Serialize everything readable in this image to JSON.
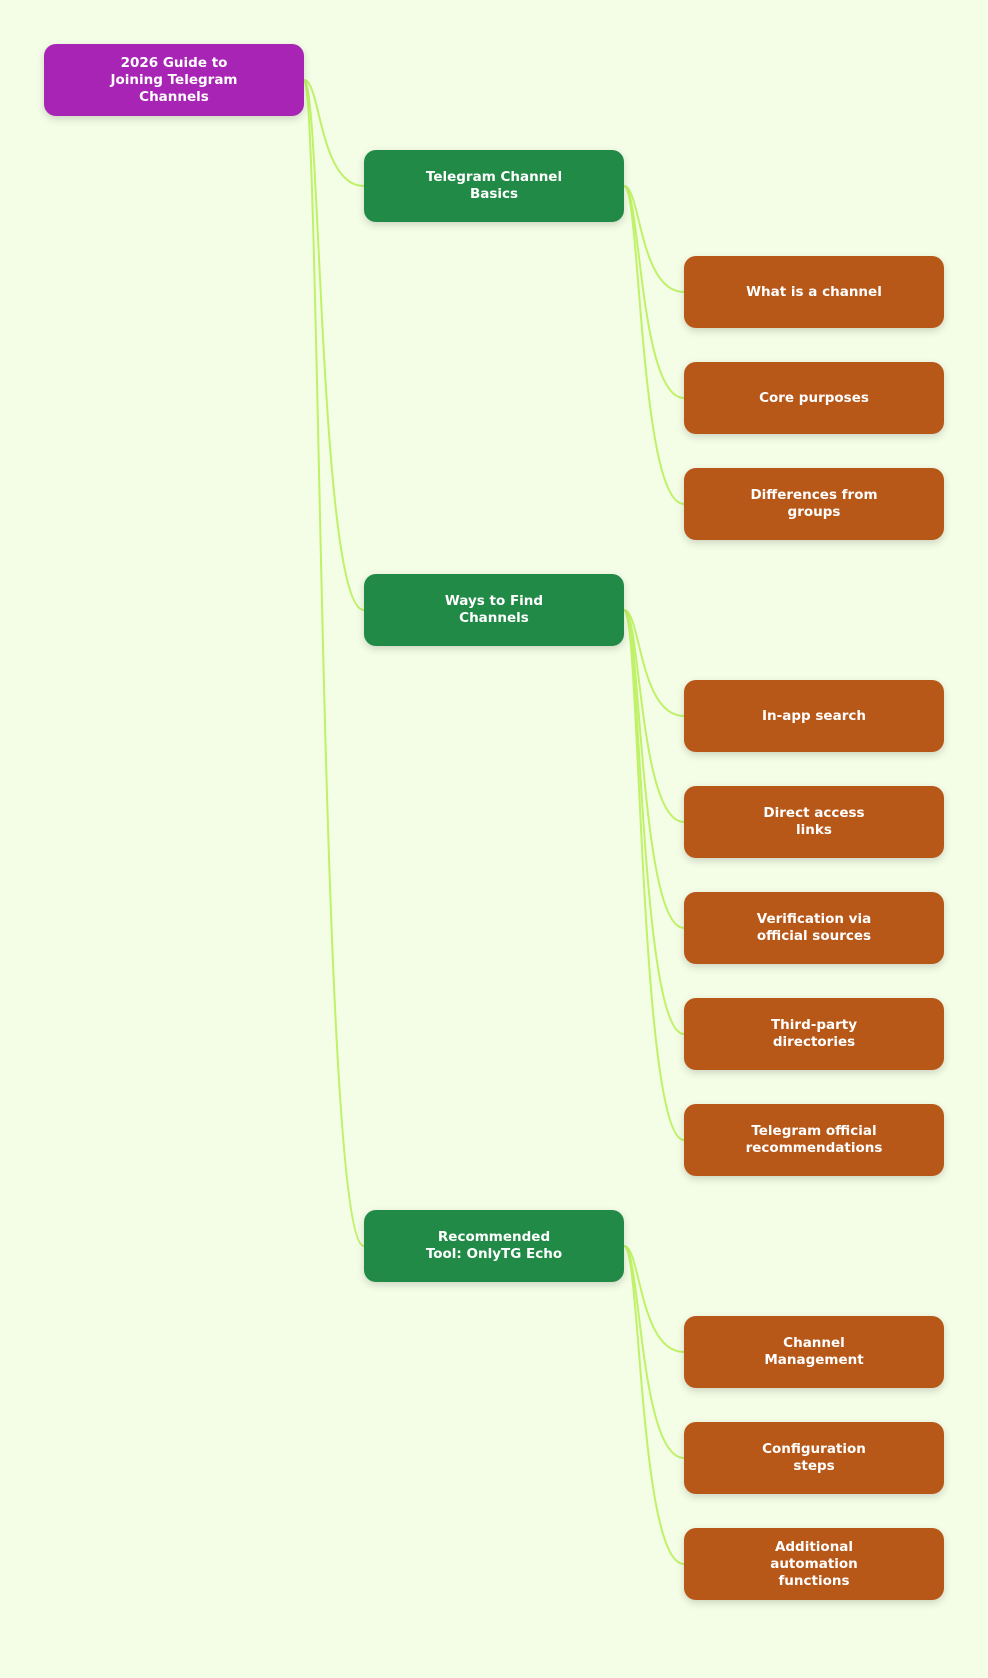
{
  "colors": {
    "background": "#f4fde6",
    "connector": "#bff169",
    "root": "#a824b5",
    "branch": "#218a47",
    "leaf": "#b75718"
  },
  "mindmap": {
    "root": "2026 Guide to Joining Telegram Channels",
    "branches": [
      {
        "label": "Telegram Channel Basics",
        "children": [
          "What is a channel",
          "Core purposes",
          "Differences from groups"
        ]
      },
      {
        "label": "Ways to Find Channels",
        "children": [
          "In-app search",
          "Direct access links",
          "Verification via official sources",
          "Third-party directories",
          "Telegram official recommendations"
        ]
      },
      {
        "label": "Recommended Tool: OnlyTG Echo",
        "children": [
          "Channel Management",
          "Configuration steps",
          "Additional automation functions"
        ]
      }
    ]
  }
}
